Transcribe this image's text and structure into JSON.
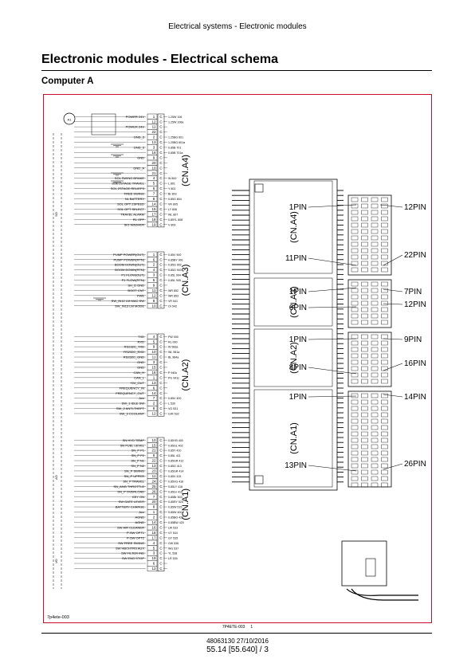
{
  "header": {
    "text": "Electrical systems - Electronic modules"
  },
  "title": "Electronic modules - Electrical schema",
  "subtitle": "Computer A",
  "figure": {
    "badge": "A1",
    "ref": "7p4ete-003",
    "caption": "7P4ETE-003",
    "caption_num": "1",
    "side_labels": {
      "sc": "SO",
      "ao": "AO",
      "io": "I/O"
    },
    "connectors": [
      {
        "name": "(CN.A4)",
        "rows": [
          {
            "sig": "POWER 24V",
            "pin": "1",
            "c": "C",
            "wire": "1.25W 106"
          },
          {
            "sig": "",
            "pin": "12",
            "c": "C",
            "wire": "1.25W 106a"
          },
          {
            "sig": "POWER 24V",
            "pin": "11",
            "c": "C",
            "wire": ""
          },
          {
            "sig": "",
            "pin": "22",
            "c": "C",
            "wire": ""
          },
          {
            "sig": "GND_3",
            "pin": "2",
            "c": "C",
            "wire": "1.25BG 601"
          },
          {
            "sig": "",
            "pin": "13",
            "c": "C",
            "wire": "1.25BG 601a"
          },
          {
            "sig": "GND_3",
            "pin": "3",
            "c": "C",
            "wire": "0.85B 701"
          },
          {
            "sig": "",
            "pin": "16",
            "c": "C",
            "wire": "0.85B 701a"
          },
          {
            "sig": "GND",
            "pin": "9",
            "c": "C",
            "wire": ""
          },
          {
            "sig": "",
            "pin": "20",
            "c": "C",
            "wire": ""
          },
          {
            "sig": "GND_A",
            "pin": "10",
            "c": "C",
            "wire": ""
          },
          {
            "sig": "",
            "pin": "21",
            "c": "C",
            "wire": ""
          },
          {
            "sig": "SOL SWING BRAKE",
            "pin": "4",
            "c": "C",
            "wire": "W 800"
          },
          {
            "sig": "SOL 2STAGE TRAVEL",
            "pin": "5",
            "c": "C",
            "wire": "L 801"
          },
          {
            "sig": "SOL 2STAGE RELIEFS",
            "pin": "6",
            "c": "C",
            "wire": "Y 802"
          },
          {
            "sig": "FREE SWING",
            "pin": "7",
            "c": "C",
            "wire": "Br 803"
          },
          {
            "sig": "NL BATTERY",
            "pin": "8",
            "c": "C",
            "wire": "0.85G 804"
          },
          {
            "sig": "SOL OPT 2SPEED",
            "pin": "14",
            "c": "C",
            "wire": "VR 805"
          },
          {
            "sig": "SOL OPT SELECT",
            "pin": "15",
            "c": "C",
            "wire": "LY 806"
          },
          {
            "sig": "TRAVEL ALARM",
            "pin": "17",
            "c": "C",
            "wire": "WL 807"
          },
          {
            "sig": "RL OFF",
            "pin": "18",
            "c": "C",
            "wire": "0.85YL 808"
          },
          {
            "sig": "SIG WASHER",
            "pin": "19",
            "c": "C",
            "wire": "V 809"
          }
        ]
      },
      {
        "name": "(CN.A3)",
        "rows": [
          {
            "sig": "PUMP POWER(OUT)",
            "pin": "1",
            "c": "C",
            "wire": "0.85V 900"
          },
          {
            "sig": "PUMP POWER(RTN)",
            "pin": "6",
            "c": "C",
            "wire": "0.85BY 901"
          },
          {
            "sig": "BOOM DOWN(OUT)",
            "pin": "2",
            "c": "C",
            "wire": "0.85G 902"
          },
          {
            "sig": "BOOM DOWN(RTN)",
            "pin": "4",
            "c": "C",
            "wire": "0.85G 903"
          },
          {
            "sig": "P1 FLOW(OUT)",
            "pin": "3",
            "c": "C",
            "wire": "0.85L 904"
          },
          {
            "sig": "P1 FLOW(RTN)",
            "pin": "5",
            "c": "C",
            "wire": "0.85L 905"
          },
          {
            "sig": "SH_D GND",
            "pin": "9",
            "c": "C",
            "wire": ""
          },
          {
            "sig": "BOOT CNT",
            "pin": "11",
            "c": "C",
            "wire": "WR 852"
          },
          {
            "sig": "FWE",
            "pin": "12",
            "c": "C",
            "wire": "WR 853"
          },
          {
            "sig": "SW_IN12  LM MAC.SW",
            "pin": "8",
            "c": "C",
            "wire": "VR 541"
          },
          {
            "sig": "SW_IN13  LM MODE",
            "pin": "10",
            "c": "C",
            "wire": "Or 542"
          }
        ]
      },
      {
        "name": "(CN.A2)",
        "rows": [
          {
            "sig": "TXD",
            "pin": "4",
            "c": "C",
            "wire": "PW 000"
          },
          {
            "sig": "RXD",
            "pin": "5",
            "c": "C",
            "wire": "RL 000"
          },
          {
            "sig": "RS232C_TXD",
            "pin": "9",
            "c": "C",
            "wire": "W 983a"
          },
          {
            "sig": "RS232C_RXD",
            "pin": "10",
            "c": "C",
            "wire": "WL 981a"
          },
          {
            "sig": "RS232C_GND",
            "pin": "11",
            "c": "C",
            "wire": "BL 984a"
          },
          {
            "sig": "GND",
            "pin": "3",
            "c": "C",
            "wire": ""
          },
          {
            "sig": "GND",
            "pin": "15",
            "c": "C",
            "wire": ""
          },
          {
            "sig": "CAN_H",
            "pin": "16",
            "c": "C",
            "wire": "P 940c"
          },
          {
            "sig": "CAN_L",
            "pin": "1",
            "c": "C",
            "wire": "PG 941c"
          },
          {
            "sig": "+5V_OUT",
            "pin": "13",
            "c": "C",
            "wire": ""
          },
          {
            "sig": "FREQUENCY_IN",
            "pin": "6",
            "c": "C",
            "wire": ""
          },
          {
            "sig": "FREQUENCY_OUT",
            "pin": "14",
            "c": "C",
            "wire": ""
          },
          {
            "sig": "Acc",
            "pin": "7",
            "c": "C",
            "wire": "0.85V 400"
          },
          {
            "sig": "SW_1  IDLE SW",
            "pin": "2",
            "c": "C",
            "wire": "L 530"
          },
          {
            "sig": "SW_2  ANTI-THEFT",
            "pin": "8",
            "c": "C",
            "wire": "VG 531"
          },
          {
            "sig": "SW_3  CCOLANT",
            "pin": "12",
            "c": "C",
            "wire": "GrR 532"
          }
        ]
      },
      {
        "name": "(CN.A1)",
        "rows": [
          {
            "sig": "SN HYD TEMP",
            "pin": "10",
            "c": "C",
            "wire": "0.85YB 400"
          },
          {
            "sig": "SN FUEL LEVEL",
            "pin": "15",
            "c": "C",
            "wire": "0.85GL 402"
          },
          {
            "sig": "SN_P P1",
            "pin": "21",
            "c": "C",
            "wire": "0.85Y 410"
          },
          {
            "sig": "SN_P P2",
            "pin": "9",
            "c": "C",
            "wire": "0.85L 411"
          },
          {
            "sig": "SN_P N1",
            "pin": "22",
            "c": "C",
            "wire": "0.85GR 412"
          },
          {
            "sig": "SN_P N2",
            "pin": "13",
            "c": "C",
            "wire": "0.85G 413"
          },
          {
            "sig": "SN_P SWING",
            "pin": "23",
            "c": "C",
            "wire": "0.85GR 414"
          },
          {
            "sig": "SN_P UPPER",
            "pin": "11",
            "c": "C",
            "wire": "0.85V 415"
          },
          {
            "sig": "SN_P TRAVEL",
            "pin": "24",
            "c": "C",
            "wire": "0.85VG 416"
          },
          {
            "sig": "SN_ANG THROTTLE",
            "pin": "25",
            "c": "C",
            "wire": "0.85LY 418"
          },
          {
            "sig": "SN_P OVERLOAD",
            "pin": "26",
            "c": "C",
            "wire": "0.85Gr 419"
          },
          {
            "sig": "KEY ON",
            "pin": "7",
            "c": "C",
            "wire": "0.85Br 503"
          },
          {
            "sig": "SW GATE LEVER",
            "pin": "20",
            "c": "C",
            "wire": "0.85RY 520"
          },
          {
            "sig": "BATTERY CHARGE",
            "pin": "8",
            "c": "C",
            "wire": "0.85W 515"
          },
          {
            "sig": "Acc",
            "pin": "1",
            "c": "C",
            "wire": "0.85W 400"
          },
          {
            "sig": "AGND",
            "pin": "2",
            "c": "C",
            "wire": "0.85BO 420"
          },
          {
            "sig": "AGND",
            "pin": "14",
            "c": "C",
            "wire": "0.85BW 420"
          },
          {
            "sig": "SW AIR CLEANER",
            "pin": "16",
            "c": "C",
            "wire": "LW 533"
          },
          {
            "sig": "P-SW OPT1",
            "pin": "18",
            "c": "C",
            "wire": "VY 534"
          },
          {
            "sig": "P-SW OPT2",
            "pin": "17",
            "c": "C",
            "wire": "GY 535"
          },
          {
            "sig": "SW FREE SWING",
            "pin": "4",
            "c": "C",
            "wire": "GW 536"
          },
          {
            "sig": "SW HBCHTRS AUX",
            "pin": "5",
            "c": "C",
            "wire": "WG 537"
          },
          {
            "sig": "SW FILTER IND",
            "pin": "3",
            "c": "C",
            "wire": "YL 538"
          },
          {
            "sig": "SW ENG STOP",
            "pin": "19",
            "c": "C",
            "wire": "LR 539"
          },
          {
            "sig": "",
            "pin": "6",
            "c": "C",
            "wire": ""
          },
          {
            "sig": "",
            "pin": "12",
            "c": "C",
            "wire": ""
          }
        ]
      }
    ],
    "module_labels": [
      "(CN.A4)",
      "(CN.A3)",
      "(CN.A2)",
      "(CN.A1)"
    ],
    "pin_callouts": [
      "1PIN",
      "12PIN",
      "11PIN",
      "22PIN",
      "1PIN",
      "7PIN",
      "6PIN",
      "12PIN",
      "1PIN",
      "9PIN",
      "8PIN",
      "16PIN",
      "1PIN",
      "14PIN",
      "13PIN",
      "26PIN"
    ]
  },
  "footer": {
    "doc_ref": "48063130 27/10/2016",
    "page": "55.14 [55.640] / 3"
  }
}
